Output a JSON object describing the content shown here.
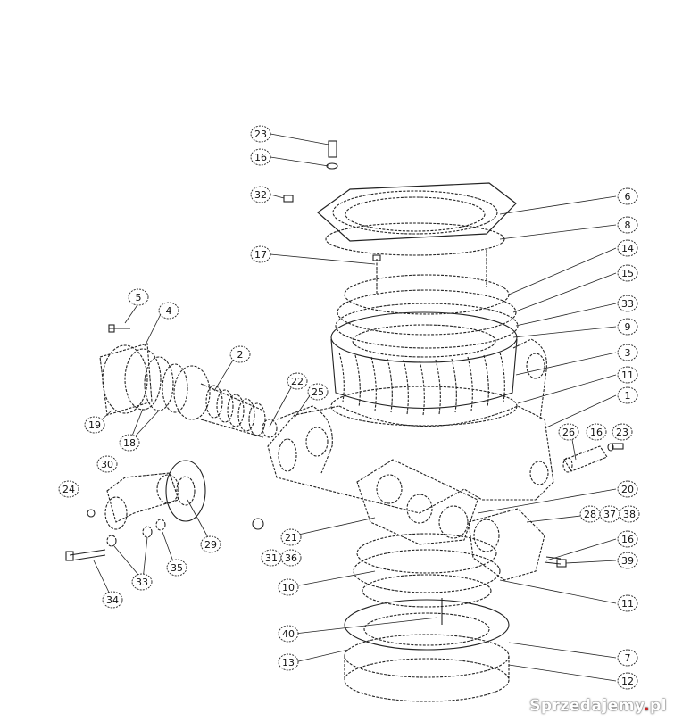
{
  "diagram": {
    "callouts": [
      {
        "key": "c23a",
        "text": "23"
      },
      {
        "key": "c16a",
        "text": "16"
      },
      {
        "key": "c32",
        "text": "32"
      },
      {
        "key": "c6",
        "text": "6"
      },
      {
        "key": "c8",
        "text": "8"
      },
      {
        "key": "c17",
        "text": "17"
      },
      {
        "key": "c14",
        "text": "14"
      },
      {
        "key": "c15",
        "text": "15"
      },
      {
        "key": "c33a",
        "text": "33"
      },
      {
        "key": "c9",
        "text": "9"
      },
      {
        "key": "c5",
        "text": "5"
      },
      {
        "key": "c4",
        "text": "4"
      },
      {
        "key": "c2",
        "text": "2"
      },
      {
        "key": "c3",
        "text": "3"
      },
      {
        "key": "c11a",
        "text": "11"
      },
      {
        "key": "c1",
        "text": "1"
      },
      {
        "key": "c22",
        "text": "22"
      },
      {
        "key": "c25",
        "text": "25"
      },
      {
        "key": "c19",
        "text": "19"
      },
      {
        "key": "c18",
        "text": "18"
      },
      {
        "key": "c26",
        "text": "26"
      },
      {
        "key": "c16b",
        "text": "16"
      },
      {
        "key": "c23b",
        "text": "23"
      },
      {
        "key": "c30",
        "text": "30"
      },
      {
        "key": "c24",
        "text": "24"
      },
      {
        "key": "c20",
        "text": "20"
      },
      {
        "key": "c28",
        "text": "28"
      },
      {
        "key": "c37",
        "text": "37"
      },
      {
        "key": "c38",
        "text": "38"
      },
      {
        "key": "c29",
        "text": "29"
      },
      {
        "key": "c21",
        "text": "21"
      },
      {
        "key": "c16c",
        "text": "16"
      },
      {
        "key": "c31",
        "text": "31"
      },
      {
        "key": "c36",
        "text": "36"
      },
      {
        "key": "c39",
        "text": "39"
      },
      {
        "key": "c35",
        "text": "35"
      },
      {
        "key": "c33b",
        "text": "33"
      },
      {
        "key": "c10",
        "text": "10"
      },
      {
        "key": "c34",
        "text": "34"
      },
      {
        "key": "c11b",
        "text": "11"
      },
      {
        "key": "c40",
        "text": "40"
      },
      {
        "key": "c13",
        "text": "13"
      },
      {
        "key": "c7",
        "text": "7"
      },
      {
        "key": "c12",
        "text": "12"
      }
    ]
  },
  "watermark": {
    "main": "Sprzedajemy",
    "dot": ".",
    "tld": "pl"
  }
}
